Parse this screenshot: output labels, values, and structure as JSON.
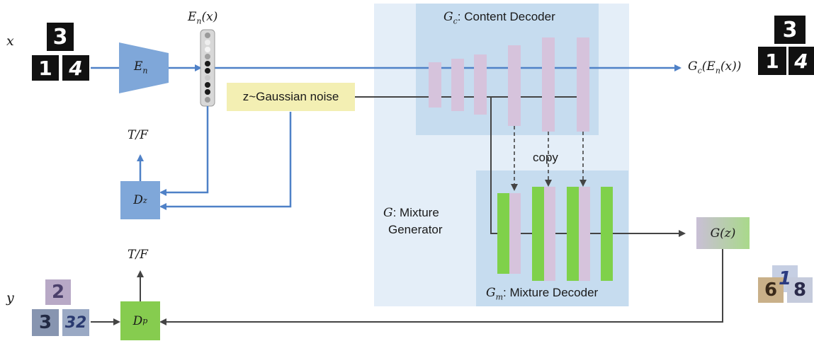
{
  "labels": {
    "x": "x",
    "y": "y",
    "encoder": "E",
    "encoder_sub": "n",
    "latent": "E",
    "latent_sub": "n",
    "latent_arg": "(x)",
    "noise": "z~Gaussian noise",
    "content_decoder": "G",
    "content_decoder_sub": "c",
    "content_decoder_text": ": Content Decoder",
    "mixture_decoder": "G",
    "mixture_decoder_sub": "m",
    "mixture_decoder_text": ": Mixture Decoder",
    "generator_line1": "G",
    "generator_line1_text": ":  Mixture",
    "generator_line2": "Generator",
    "copy": "copy",
    "output_content": "G",
    "output_content_sub": "c",
    "output_content_arg": "(E",
    "output_content_arg_sub": "n",
    "output_content_arg_end": "(x))",
    "gz": "G(z)",
    "dz": "D",
    "dz_sub": "z",
    "dp": "D",
    "dp_sub": "p",
    "tf_top": "T/F",
    "tf_bottom": "T/F"
  },
  "digits": {
    "x_input": [
      "3",
      "1",
      "4"
    ],
    "x_output": [
      "3",
      "1",
      "4"
    ],
    "y_input": [
      "2",
      "3",
      "32"
    ],
    "g_output": [
      "1",
      "6",
      "8"
    ]
  },
  "colors": {
    "encoder": "#7fa7d9",
    "arrow_blue": "#4f81c7",
    "arrow_dark": "#444444",
    "noise_box": "#f3efb3",
    "panel_outer": "#e4eef8",
    "panel_inner": "#c6dcef",
    "decoder_layer": "#d6c3dc",
    "green_layer": "#7fd14a",
    "dz_box": "#7fa7d9",
    "dp_box": "#86cc4f"
  }
}
